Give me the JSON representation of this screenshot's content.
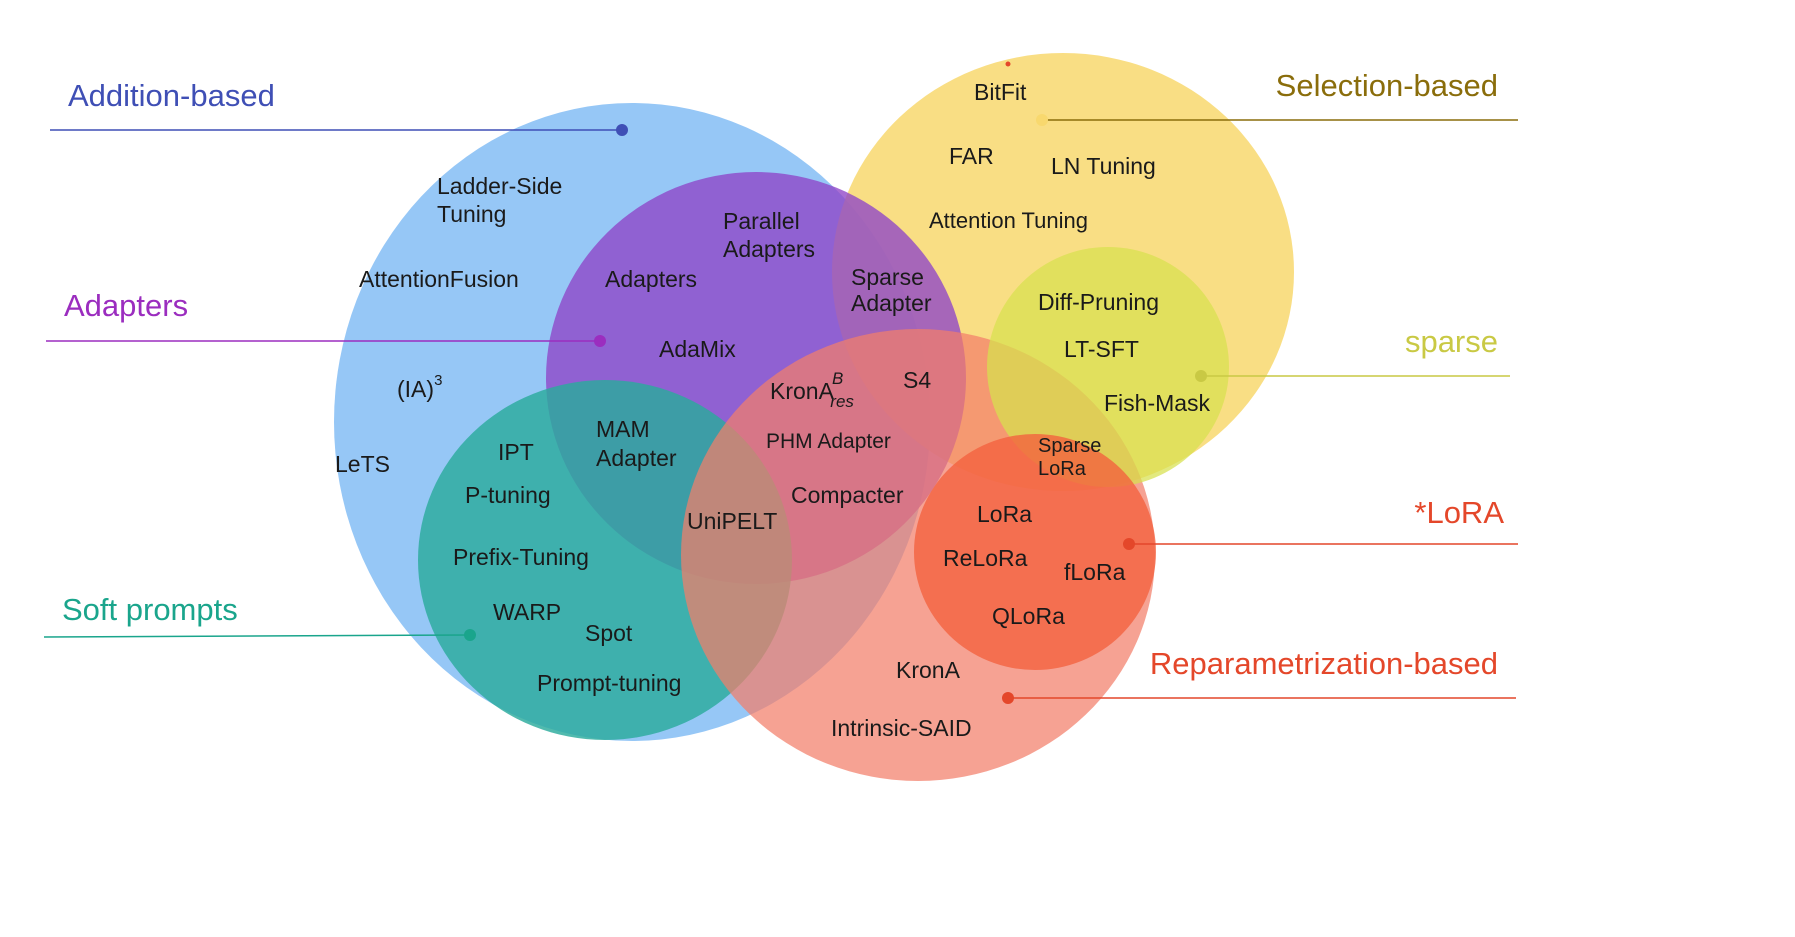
{
  "categories": {
    "addition": {
      "label": "Addition-based",
      "color": "#3f4fb5",
      "fill": "#90c4f6"
    },
    "adapters": {
      "label": "Adapters",
      "color": "#9b2dbf",
      "fill": "#8e44c8"
    },
    "soft_prompts": {
      "label": "Soft prompts",
      "color": "#1aa58c",
      "fill": "#2bab9c"
    },
    "selection": {
      "label": "Selection-based",
      "color": "#8a6d0b",
      "fill": "#f8d86e"
    },
    "sparse": {
      "label": "sparse",
      "color": "#c9c944",
      "fill": "#d7e04e"
    },
    "lora": {
      "label": "*LoRA",
      "color": "#e4472a",
      "fill": "#f4603e"
    },
    "reparam": {
      "label": "Reparametrization-based",
      "color": "#e4472a",
      "fill": "#f37e6a"
    }
  },
  "methods": {
    "ladder_side_1": "Ladder-Side",
    "ladder_side_2": "Tuning",
    "attention_fusion": "AttentionFusion",
    "ia3_base": "(IA)",
    "ia3_sup": "3",
    "lets": "LeTS",
    "parallel_adapters_1": "Parallel",
    "parallel_adapters_2": "Adapters",
    "adapters": "Adapters",
    "adamix": "AdaMix",
    "sparse_adapter_1": "Sparse",
    "sparse_adapter_2": "Adapter",
    "s4": "S4",
    "krona_res_base": "KronA",
    "krona_res_sup": "B",
    "krona_res_sub": "res",
    "mam_adapter_1": "MAM",
    "mam_adapter_2": "Adapter",
    "phm_adapter": "PHM Adapter",
    "compacter": "Compacter",
    "unipelt": "UniPELT",
    "ipt": "IPT",
    "p_tuning": "P-tuning",
    "prefix_tuning": "Prefix-Tuning",
    "warp": "WARP",
    "spot": "Spot",
    "prompt_tuning": "Prompt-tuning",
    "bitfit": "BitFit",
    "far": "FAR",
    "ln_tuning": "LN Tuning",
    "attention_tuning": "Attention Tuning",
    "diff_pruning": "Diff-Pruning",
    "lt_sft": "LT-SFT",
    "fish_mask": "Fish-Mask",
    "sparse_lora_1": "Sparse",
    "sparse_lora_2": "LoRa",
    "lora": "LoRa",
    "relora": "ReLoRa",
    "flora": "fLoRa",
    "qlora": "QLoRa",
    "krona": "KronA",
    "intrinsic_said": "Intrinsic-SAID"
  }
}
